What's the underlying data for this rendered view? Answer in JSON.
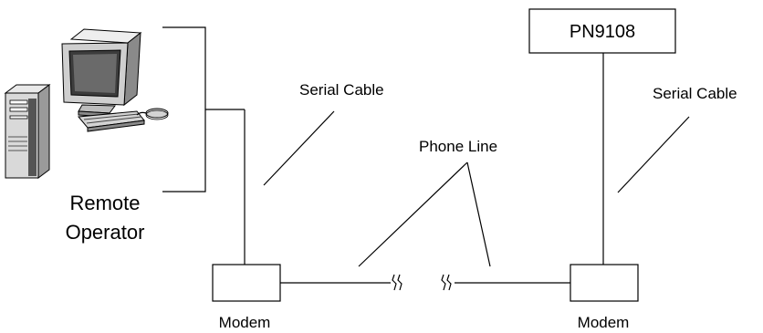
{
  "labels": {
    "remote_operator_line1": "Remote",
    "remote_operator_line2": "Operator",
    "serial_cable_left": "Serial Cable",
    "serial_cable_right": "Serial Cable",
    "phone_line": "Phone Line",
    "device": "PN9108",
    "modem_left": "Modem",
    "modem_right": "Modem"
  },
  "icons": {
    "computer": "desktop-computer-icon",
    "line_break": "line-break-icon"
  }
}
